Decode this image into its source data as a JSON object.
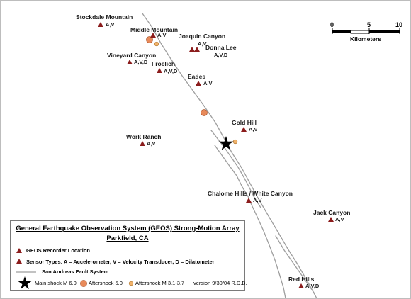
{
  "map": {
    "stations": [
      {
        "name": "Stockdale Mountain",
        "sensors": "A,V"
      },
      {
        "name": "Middle Mountain",
        "sensors": "A,V"
      },
      {
        "name": "Joaquin Canyon",
        "sensors": "A,V"
      },
      {
        "name": "Donna Lee",
        "sensors": "A,V,D"
      },
      {
        "name": "Vineyard Canyon",
        "sensors": "A,V,D"
      },
      {
        "name": "Froelich",
        "sensors": "A,V,D"
      },
      {
        "name": "Eades",
        "sensors": "A,V"
      },
      {
        "name": "Gold Hill",
        "sensors": "A,V"
      },
      {
        "name": "Work Ranch",
        "sensors": "A,V"
      },
      {
        "name": "Chalome Hills / White Canyon",
        "sensors": "A,V"
      },
      {
        "name": "Jack Canyon",
        "sensors": "A,V"
      },
      {
        "name": "Red Hills",
        "sensors": "A,V,D"
      }
    ],
    "scale": {
      "ticks": [
        "0",
        "5",
        "10"
      ],
      "unit": "Kilometers"
    },
    "colors": {
      "station": "#8b1c1c",
      "fault": "#9e9e9e",
      "mainshock": "#000000",
      "aftershock_large": "#e88a5a",
      "aftershock_small": "#f2b36b"
    },
    "legend": {
      "title": "General Earthquake Observation System (GEOS) Strong-Motion Array",
      "subtitle": "Parkfield, CA",
      "recorder": "GEOS Recorder Location",
      "sensor_types": "Sensor Types: A = Accelerometer, V = Velocity Transducer, D = Dilatometer",
      "fault": "San Andreas Fault System",
      "mainshock": "Main shock M 6.0",
      "aftershock_large": "Aftershock 5.0",
      "aftershock_small": "Aftershock M 3.1-3.7",
      "version": "version 9/30/04 R.D.B."
    }
  }
}
